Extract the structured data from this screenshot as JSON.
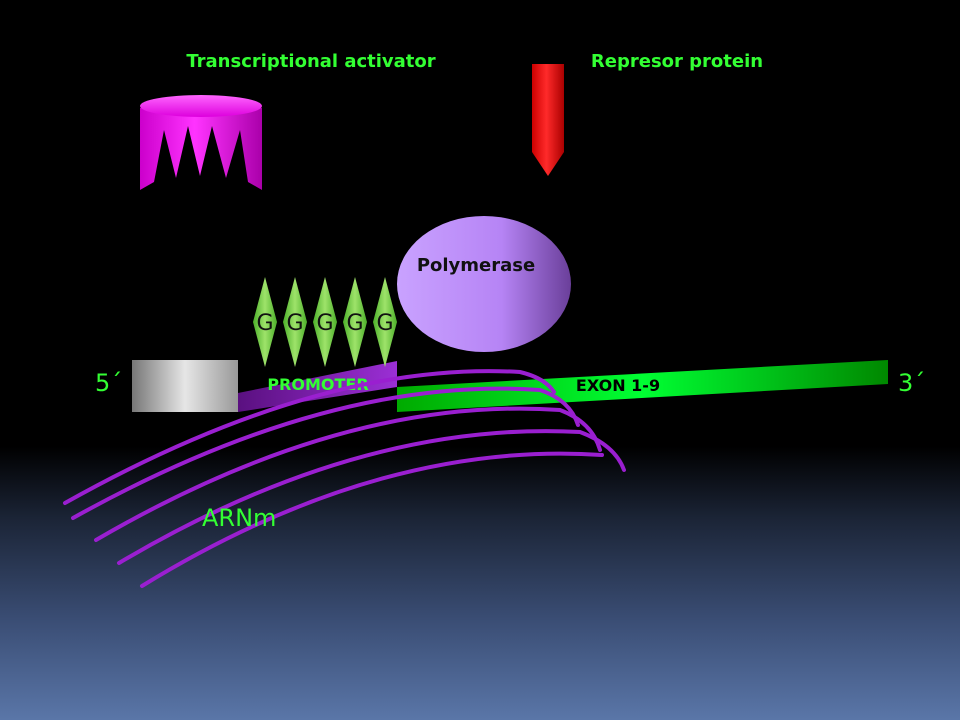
{
  "labels": {
    "activator": "Transcriptional activator",
    "repressor": "Represor protein",
    "polymerase": "Polymerase",
    "promoter": "PROMOTER",
    "exon": "EXON 1-9",
    "five_prime": "5´",
    "three_prime": "3´",
    "mrna": "ARNm"
  },
  "g_boxes": [
    "G",
    "G",
    "G",
    "G",
    "G"
  ],
  "colors": {
    "label_green": "#33ff33",
    "activator": "#ff00ff",
    "repressor": "#ff0000",
    "polymerase": "#cc99ff",
    "promoter": "#8a1fc0",
    "exon": "#00ee00",
    "g_box": "#7ed957",
    "mrna": "#9a1fd0"
  }
}
